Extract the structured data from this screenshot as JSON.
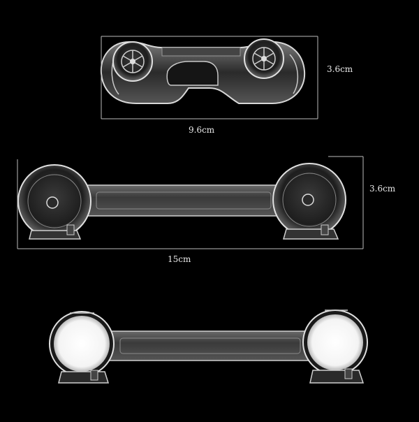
{
  "product_views": [
    {
      "name": "closed-lock-view",
      "dimensions": {
        "width": "9.6cm",
        "height": "3.6cm"
      }
    },
    {
      "name": "extended-strap-view",
      "dimensions": {
        "width": "15cm",
        "height": "3.6cm"
      }
    },
    {
      "name": "mounted-view-with-adhesive-pads"
    }
  ],
  "colors": {
    "background": "#000000",
    "plastic_edge": "#d8d8d8",
    "dimension_line": "#bdbdbd",
    "label_text": "#e8e8e8",
    "adhesive_pad": "#ffffff"
  }
}
